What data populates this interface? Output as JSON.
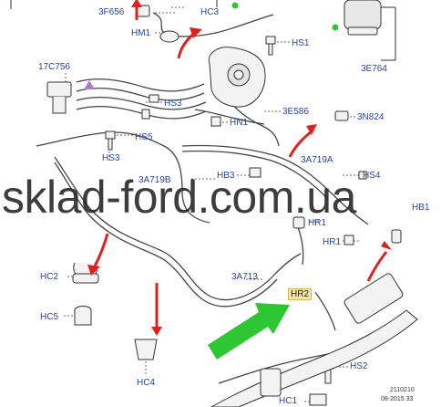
{
  "labels": {
    "3F656": "3F656",
    "HC3_top": "HC3",
    "HM1": "HM1",
    "HS1": "HS1",
    "17C756": "17C756",
    "HS3_left": "HS3",
    "HS3_mid": "HS3",
    "HN1": "HN1",
    "3E586": "3E586",
    "3N824": "3N824",
    "HS5": "HS5",
    "3E764": "3E764",
    "3A719A": "3A719A",
    "3A719B": "3A719B",
    "HB3": "HB3",
    "HS4": "HS4",
    "HB1": "HB1",
    "HR1_a": "HR1",
    "HR1_b": "HR1",
    "HC2": "HC2",
    "HC5": "HC5",
    "3A713": "3A713",
    "HR2": "HR2",
    "HC4": "HC4",
    "HS2": "HS2",
    "HC1": "HC1"
  },
  "watermark": "sklad-ford.com.ua",
  "footer_code": {
    "line1": "2110210",
    "line2": "08-2015 33"
  },
  "colors": {
    "label": "#2743a8",
    "arrow_red": "#e1201e",
    "arrow_green": "#2fc633",
    "highlight": "#f6e7a6",
    "line": "#444444"
  }
}
